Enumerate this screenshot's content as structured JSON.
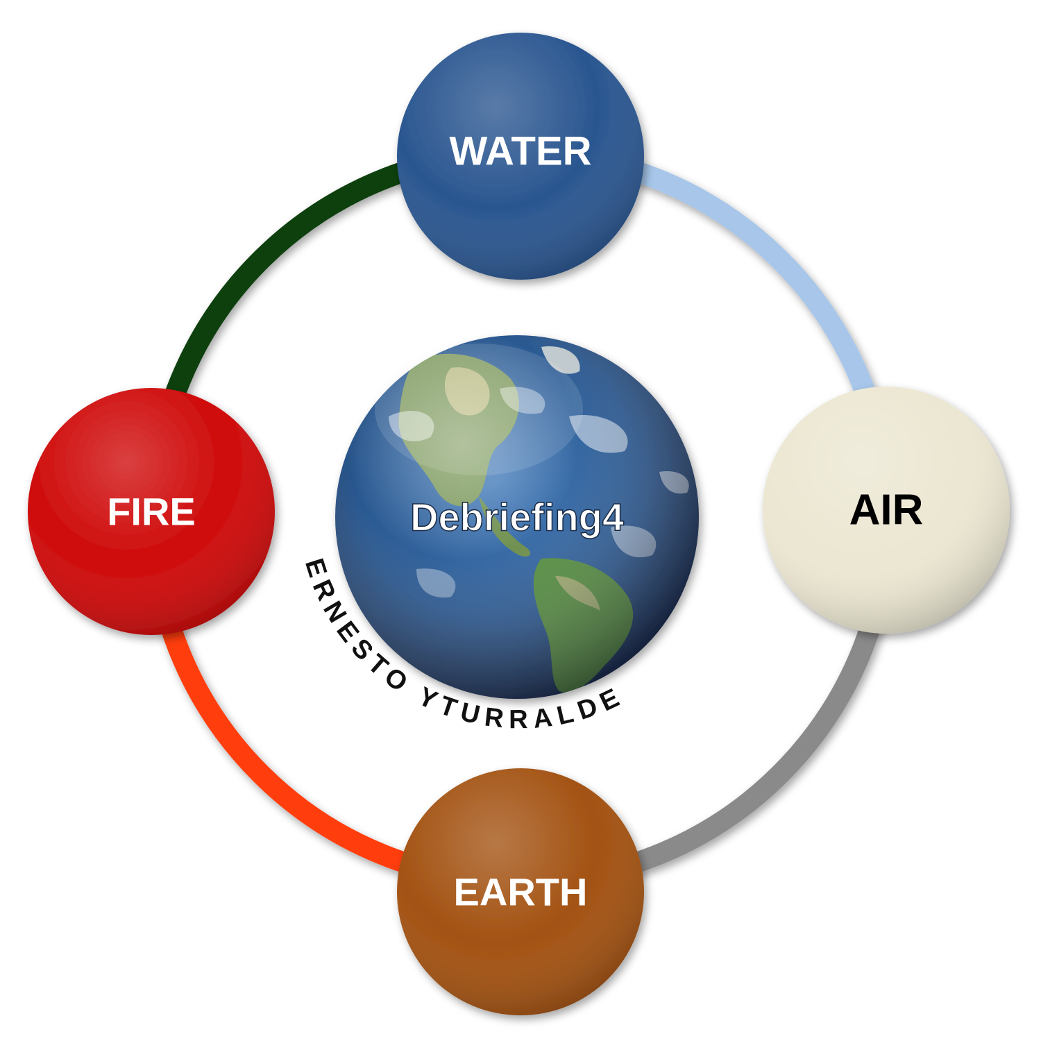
{
  "diagram": {
    "center_label": "Debriefing4",
    "author_credit": "ERNESTO YTURRALDE",
    "nodes": [
      {
        "id": "water",
        "label": "WATER",
        "fill": "#2a5690",
        "text_color": "#ffffff"
      },
      {
        "id": "air",
        "label": "AIR",
        "fill": "#ece7d2",
        "text_color": "#000000"
      },
      {
        "id": "earth",
        "label": "EARTH",
        "fill": "#a35212",
        "text_color": "#ffffff"
      },
      {
        "id": "fire",
        "label": "FIRE",
        "fill": "#cf0a0a",
        "text_color": "#ffffff"
      }
    ],
    "arc_colors": {
      "water_to_air": "#a7c6ea",
      "air_to_earth": "#8a8a8a",
      "earth_to_fire": "#ff3c0a",
      "fire_to_water": "#0f3f0f"
    }
  }
}
